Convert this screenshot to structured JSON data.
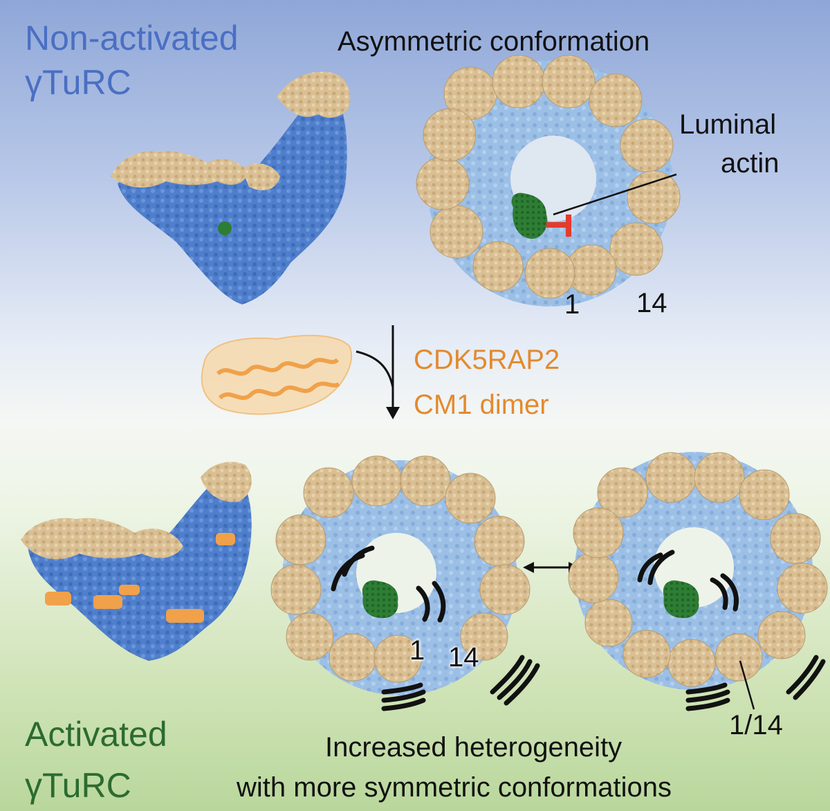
{
  "labels": {
    "non_activated_line1": "Non-activated",
    "non_activated_line2": "γTuRC",
    "asymmetric": "Asymmetric conformation",
    "luminal_line1": "Luminal",
    "luminal_line2": "actin",
    "ring_top_num1": "1",
    "ring_top_num14": "14",
    "cdk_line1": "CDK5RAP2",
    "cdk_line2": "CM1 dimer",
    "ring_mid_num1": "1",
    "ring_mid_num14": "14",
    "ring_right_num": "1/14",
    "activated_line1": "Activated",
    "activated_line2": "γTuRC",
    "heterogeneity_line1": "Increased heterogeneity",
    "heterogeneity_line2": "with more symmetric conformations"
  },
  "colors": {
    "gamma_tubulin": "#d9bf93",
    "gcp_complex": "#4f7fcc",
    "ring_lumen": "#9cbfe6",
    "actin": "#2e7d34",
    "cdk5rap2": "#f0a14a",
    "inhibitor": "#e33b2e",
    "non_activated_text": "#4a6fc3",
    "activated_text": "#2c6b2f",
    "cdk_text": "#e38a2f"
  }
}
